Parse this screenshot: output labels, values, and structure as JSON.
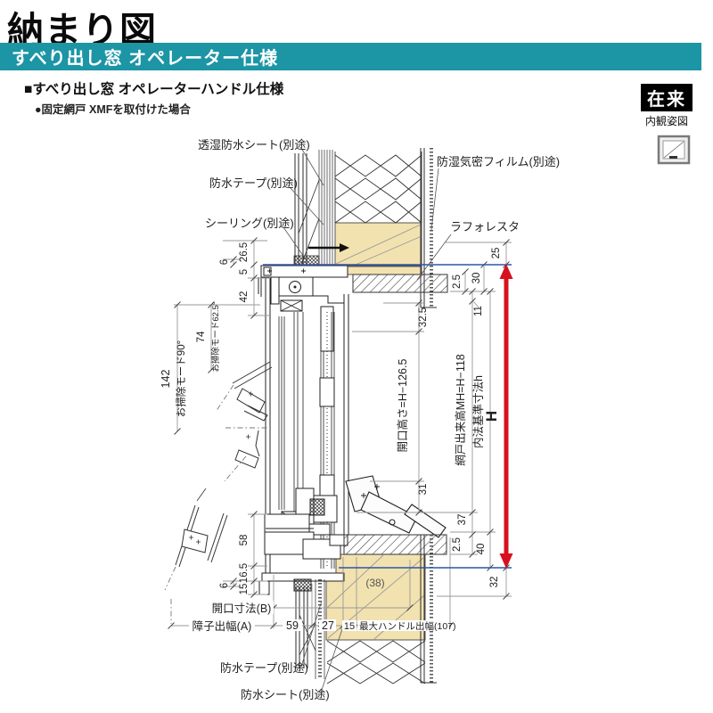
{
  "header": {
    "page_title": "納まり図",
    "banner_title": "すべり出し窓 オペレーター仕様",
    "section_title": "■すべり出し窓 オペレーターハンドル仕様",
    "sub_note": "●固定網戸 XMFを取付けた場合",
    "method_tag": "在来",
    "view_caption": "内観姿図",
    "view_icon": "awning-window-icon"
  },
  "colors": {
    "accent_teal": "#1C95A5",
    "ref_line_blue": "#2F55A4",
    "dimension_red": "#D8101E",
    "wood_tan": "#F2E2B0"
  },
  "callouts": {
    "sheet_top": "透湿防水シート(別途)",
    "tape_top": "防水テープ(別途)",
    "sealing": "シーリング(別途)",
    "film": "防湿気密フィルム(別途)",
    "product": "ラフォレスタ",
    "tape_bottom": "防水テープ(別途)",
    "sheet_bottom": "防水シート(別途)"
  },
  "dims": {
    "left": {
      "six_top": "6",
      "d26_5": "26.5",
      "five": "5",
      "d42": "42",
      "d142": "142",
      "mode90": "お掃除モード90°",
      "d74": "74",
      "mode62_5": "お掃除モード62.5°",
      "d58": "58",
      "d16_5": "16.5",
      "fifteen": "15",
      "six_bottom": "6"
    },
    "right": {
      "d25": "25",
      "d2_5_top": "2.5",
      "d30": "30",
      "d32_5": "32.5",
      "d11": "11",
      "opening_height": "開口高さ=H−126.5",
      "screen_height": "網戸出来高MH=H−118",
      "inner_standard": "内法基準寸法h",
      "total_height": "H",
      "d31": "31",
      "d37": "37",
      "d2_5_bottom": "2.5",
      "d40": "40",
      "d32": "32"
    },
    "bottom": {
      "opening_width": "開口寸法(B)",
      "sash_projection": "障子出幅(A)",
      "d59": "59",
      "d27": "27",
      "d15": "15",
      "handle_max": "最大ハンドル出幅(107)",
      "d38": "(38)"
    }
  }
}
